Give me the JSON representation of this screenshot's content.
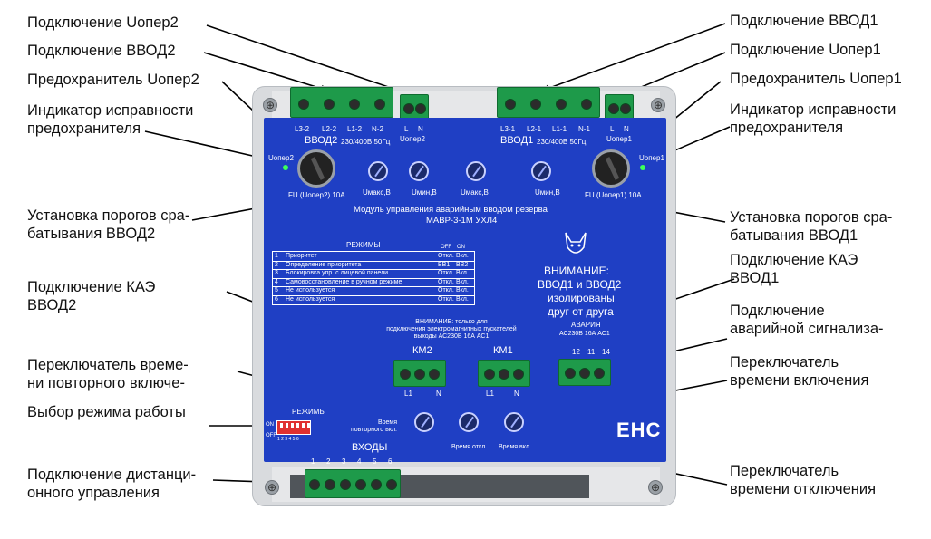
{
  "callouts_left": [
    {
      "key": "c1",
      "text": "Подключение Uопер2"
    },
    {
      "key": "c2",
      "text": "Подключение ВВОД2"
    },
    {
      "key": "c3",
      "text": "Предохранитель Uопер2"
    },
    {
      "key": "c4",
      "text": "Индикатор исправности\nпредохранителя"
    },
    {
      "key": "c5",
      "text": "Установка порогов сра-\nбатывания ВВОД2"
    },
    {
      "key": "c6",
      "text": "Подключение КАЭ\nВВОД2"
    },
    {
      "key": "c7",
      "text": "Переключатель време-\nни повторного включе-"
    },
    {
      "key": "c8",
      "text": "Выбор режима работы"
    },
    {
      "key": "c9",
      "text": "Подключение дистанци-\nонного управления"
    }
  ],
  "callouts_right": [
    {
      "key": "r1",
      "text": "Подключение ВВОД1"
    },
    {
      "key": "r2",
      "text": "Подключение Uопер1"
    },
    {
      "key": "r3",
      "text": "Предохранитель Uопер1"
    },
    {
      "key": "r4",
      "text": "Индикатор исправности\nпредохранителя"
    },
    {
      "key": "r5",
      "text": "Установка порогов сра-\nбатывания ВВОД1"
    },
    {
      "key": "r6",
      "text": "Подключение КАЭ\nВВОД1"
    },
    {
      "key": "r7",
      "text": "Подключение\nаварийной сигнализа-"
    },
    {
      "key": "r8",
      "text": "Переключатель\nвремени включения"
    },
    {
      "key": "r9",
      "text": "Переключатель\nвремени отключения"
    }
  ],
  "device": {
    "top_labels_left": [
      "L3-2",
      "L2-2",
      "L1-2",
      "N-2"
    ],
    "top_labels_left_op": [
      "L",
      "N"
    ],
    "uoper2_label": "Uoпер2",
    "vvod2_title": "ВВОД2",
    "vvod2_spec": "230/400В 50Гц",
    "top_labels_right": [
      "L3-1",
      "L2-1",
      "L1-1",
      "N-1"
    ],
    "top_labels_right_op": [
      "L",
      "N"
    ],
    "uoper1_label": "Uoпер1",
    "vvod1_title": "ВВОД1",
    "vvod1_spec": "230/400В 50Гц",
    "fuse2_label": "FU (Uoпер2) 10А",
    "fuse1_label": "FU (Uoпер1) 10А",
    "led2_label": "Uoпер2",
    "led1_label": "Uoпер1",
    "umax_label": "Uмакс,В",
    "umin_label": "Uмин,В",
    "module_title": "Модуль управления аварийным вводом резерва",
    "module_model": "МАВР-3-1М УХЛ4",
    "modes_title": "РЕЖИМЫ",
    "modes_off": "OFF",
    "modes_on": "ON",
    "modes": [
      {
        "n": "1",
        "name": "Приоритет",
        "off": "Откл.",
        "on": "Вкл."
      },
      {
        "n": "2",
        "name": "Определение приоритета",
        "off": "ВВ1",
        "on": "ВВ2"
      },
      {
        "n": "3",
        "name": "Блокировка упр. с лицевой панели",
        "off": "Откл.",
        "on": "Вкл."
      },
      {
        "n": "4",
        "name": "Самовосстановление в ручном режиме",
        "off": "Откл.",
        "on": "Вкл."
      },
      {
        "n": "5",
        "name": "Не используется",
        "off": "Откл.",
        "on": "Вкл."
      },
      {
        "n": "6",
        "name": "Не используется",
        "off": "Откл.",
        "on": "Вкл."
      }
    ],
    "warning_title": "ВНИМАНИЕ:",
    "warning_lines": [
      "ВВОД1 и ВВОД2",
      "изолированы",
      "друг от друга"
    ],
    "km_note": "ВНИМАНИЕ: только для\nподключения электромагнитных пускателей\nвыходы АС230В 16А АС1",
    "km2_label": "КМ2",
    "km1_label": "КМ1",
    "l1_label": "L1",
    "n_label": "N",
    "alarm_title": "АВАРИЯ",
    "alarm_spec": "АС230В 16А АС1",
    "alarm_pins": [
      "12",
      "11",
      "14"
    ],
    "dip_title": "РЕЖИМЫ",
    "dip_on": "ON",
    "dip_off": "OFF",
    "dip_numbers": "1 2 3 4 5 6",
    "t_repeat_label": "Время\nповторного вкл.",
    "t_off_label": "Время откл.",
    "t_on_label": "Время вкл.",
    "inputs_title": "ВХОДЫ",
    "inputs_numbers": [
      "1",
      "2",
      "3",
      "4",
      "5",
      "6"
    ],
    "eac": "ЕНС"
  }
}
